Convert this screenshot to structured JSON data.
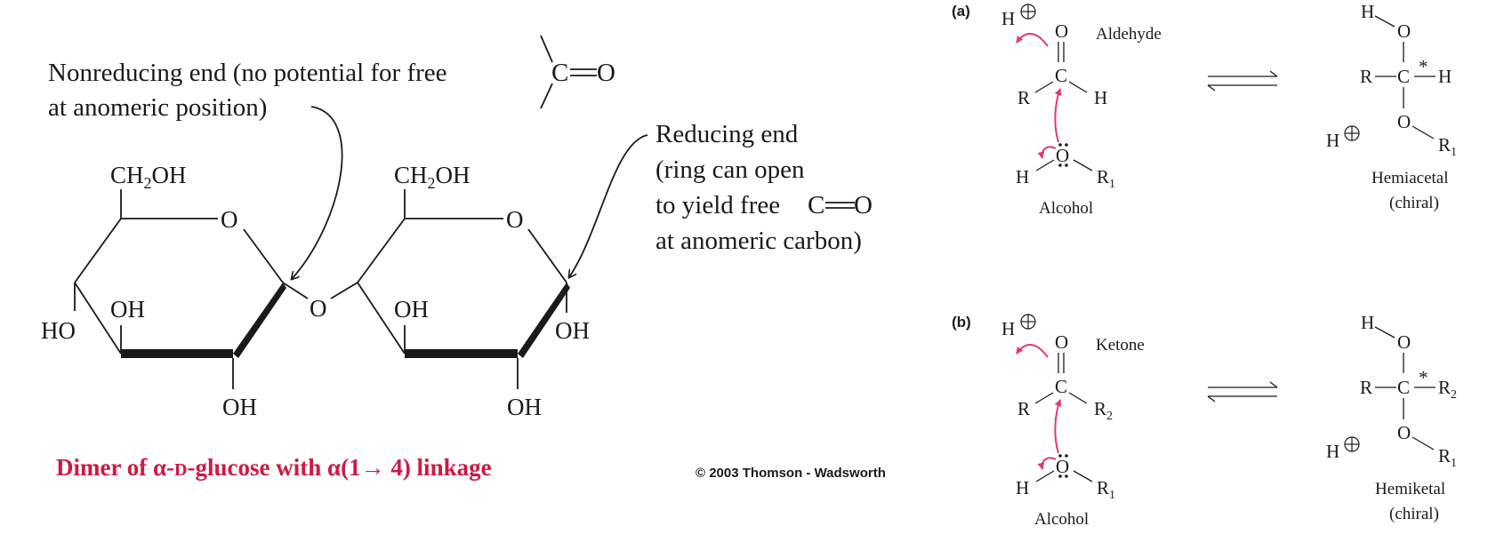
{
  "left_diagram": {
    "nonreducing_label_line1": "Nonreducing end (no potential for free",
    "nonreducing_label_line2": "at anomeric position)",
    "carbonyl_c": "C",
    "carbonyl_o": "O",
    "reducing_line1": "Reducing end",
    "reducing_line2": "(ring can open",
    "reducing_line3": "to yield free",
    "reducing_line3_c": "C",
    "reducing_line3_o": "O",
    "reducing_line4": "at anomeric carbon)",
    "ring1": {
      "ch2oh": "CH",
      "ch2oh_sub": "2",
      "ch2oh_tail": "OH",
      "ring_o": "O",
      "ho_left": "HO",
      "oh_top": "OH",
      "oh_bottom": "OH"
    },
    "linkage_o": "O",
    "ring2": {
      "ch2oh": "CH",
      "ch2oh_sub": "2",
      "ch2oh_tail": "OH",
      "ring_o": "O",
      "oh_top": "OH",
      "oh_right": "OH",
      "oh_bottom": "OH"
    },
    "caption_part1": "Dimer of ",
    "caption_alpha": "α",
    "caption_part2": "-",
    "caption_d": "D",
    "caption_part3": "-glucose with ",
    "caption_alpha2": "α",
    "caption_part4": "(1→ 4) linkage",
    "copyright": "© 2003 Thomson - Wadsworth"
  },
  "panel_a": {
    "tag": "(a)",
    "h_plus": "H",
    "o_top": "O",
    "aldehyde": "Aldehyde",
    "r": "R",
    "c": "C",
    "h_right": "H",
    "o_alc": "O",
    "h_alc": "H",
    "r1": "R",
    "r1_sub": "1",
    "alcohol": "Alcohol",
    "prod_h": "H",
    "prod_o_top": "O",
    "prod_r": "R",
    "prod_c": "C",
    "prod_star": "*",
    "prod_h_right": "H",
    "prod_o_bottom": "O",
    "prod_r1": "R",
    "prod_r1_sub": "1",
    "prod_hplus": "H",
    "hemiacetal": "Hemiacetal",
    "chiral": "(chiral)"
  },
  "panel_b": {
    "tag": "(b)",
    "h_plus": "H",
    "o_top": "O",
    "ketone": "Ketone",
    "r": "R",
    "c": "C",
    "r2": "R",
    "r2_sub": "2",
    "o_alc": "O",
    "h_alc": "H",
    "r1": "R",
    "r1_sub": "1",
    "alcohol": "Alcohol",
    "prod_h": "H",
    "prod_o_top": "O",
    "prod_r": "R",
    "prod_c": "C",
    "prod_star": "*",
    "prod_r2": "R",
    "prod_r2_sub": "2",
    "prod_o_bottom": "O",
    "prod_r1": "R",
    "prod_r1_sub": "1",
    "prod_hplus": "H",
    "hemiketal": "Hemiketal",
    "chiral": "(chiral)"
  },
  "colors": {
    "caption": "#cc1a44",
    "arrow": "#e0387a"
  }
}
